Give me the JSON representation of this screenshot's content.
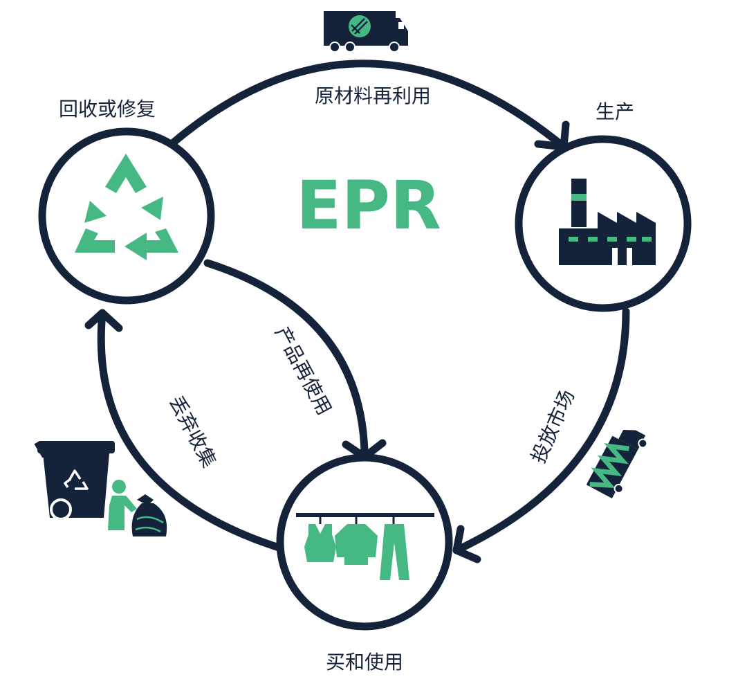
{
  "center_title": "EPR",
  "colors": {
    "navy": "#14233a",
    "green": "#45b883",
    "background": "#ffffff"
  },
  "nodes": {
    "recycle": {
      "label": "回收或修复",
      "icon": "recycle-icon"
    },
    "production": {
      "label": "生产",
      "icon": "factory-icon"
    },
    "use": {
      "label": "买和使用",
      "icon": "clothing-icon"
    }
  },
  "edges": {
    "raw_material": {
      "label": "原材料再利用"
    },
    "market": {
      "label": "投放市场"
    },
    "discard": {
      "label": "丢弃收集"
    },
    "reuse": {
      "label": "产品再使用"
    }
  },
  "decorations": {
    "top_truck": "delivery-truck-icon",
    "right_truck": "garbage-truck-icon",
    "bin": "recycling-bin-icon",
    "person": "person-with-trash-bag-icon"
  }
}
